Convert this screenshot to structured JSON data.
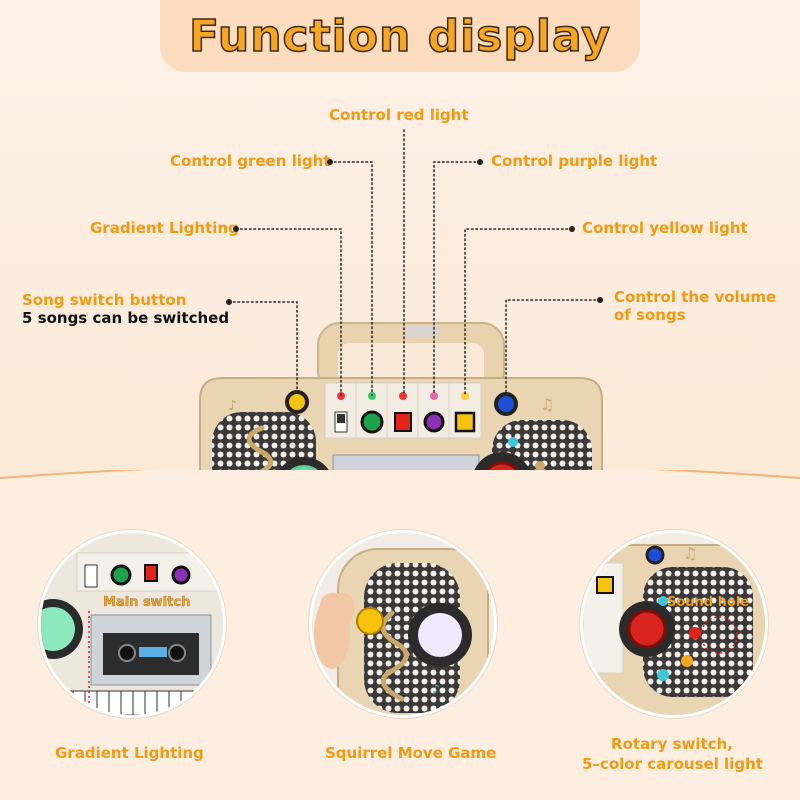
{
  "banner": {
    "title": "Function display"
  },
  "labels": {
    "red": "Control red light",
    "green": "Control green light",
    "purple": "Control purple light",
    "gradient": "Gradient Lighting",
    "yellow": "Control yellow light",
    "song_switch": "Song switch button",
    "song_switch_sub": "5 songs can be switched",
    "volume_line1": "Control the volume",
    "volume_line2": "of songs"
  },
  "details": [
    {
      "caption": "Gradient Lighting",
      "inner_label": "Main switch"
    },
    {
      "caption": "Squirrel Move Game"
    },
    {
      "caption_line1": "Rotary switch,",
      "caption_line2": "5–color carousel light",
      "inner_label": "Sound hole"
    }
  ],
  "colors": {
    "accent": "#f19a12",
    "banner_bg": "#fcdcbe",
    "wood": "#e7cfa9",
    "green_light": "#2ec27e",
    "red_light": "#e2231a",
    "purple_light": "#8b2fb5",
    "yellow_light": "#f6c20b",
    "blue_knob": "#1c4fd6"
  }
}
